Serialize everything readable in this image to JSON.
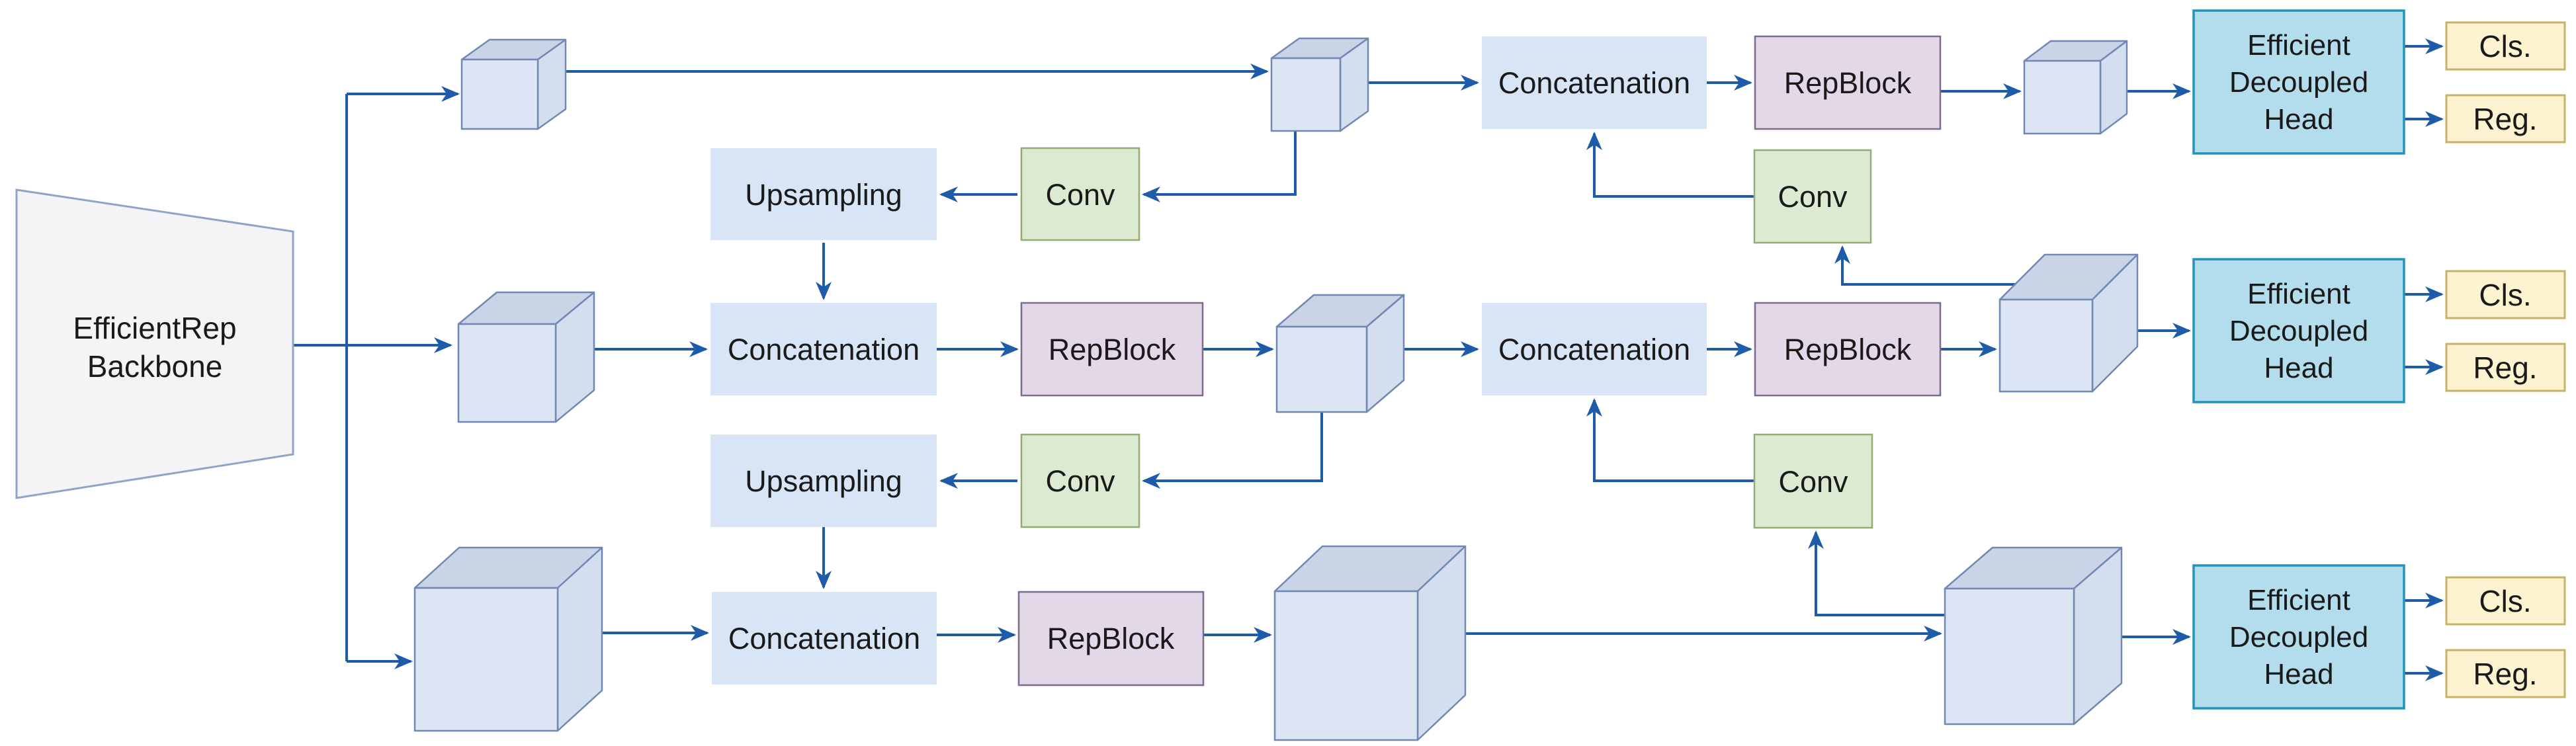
{
  "diagram": {
    "type": "neural-network-architecture-flow",
    "background": "#ffffff"
  },
  "colors": {
    "background": "#ffffff",
    "line": "#1e5ba8",
    "concat_fill": "#d8e5f7",
    "repblock_fill": "#e3d8e8",
    "repblock_stroke": "#7d6b8f",
    "conv_fill": "#dcead2",
    "conv_stroke": "#93ac74",
    "cube_front": "#dbe5f4",
    "cube_top": "#c9d4e7",
    "cube_side": "#d3deef",
    "cube_stroke": "#7288b4",
    "head_fill": "#b3dded",
    "head_stroke": "#2394bb",
    "badge_fill": "#fdf3d1",
    "badge_stroke": "#c9b266",
    "backbone_fill": "#f4f4f6",
    "backbone_stroke": "#8ea4c8",
    "text": "#1a1a1a"
  },
  "backbone": {
    "label": [
      "EfficientRep",
      "Backbone"
    ]
  },
  "labels": {
    "concatenation": "Concatenation",
    "repblock": "RepBlock",
    "conv": "Conv",
    "upsampling": "Upsampling",
    "cls": "Cls.",
    "reg": "Reg."
  },
  "head": {
    "label": [
      "Efficient",
      "Decoupled",
      "Head"
    ]
  }
}
